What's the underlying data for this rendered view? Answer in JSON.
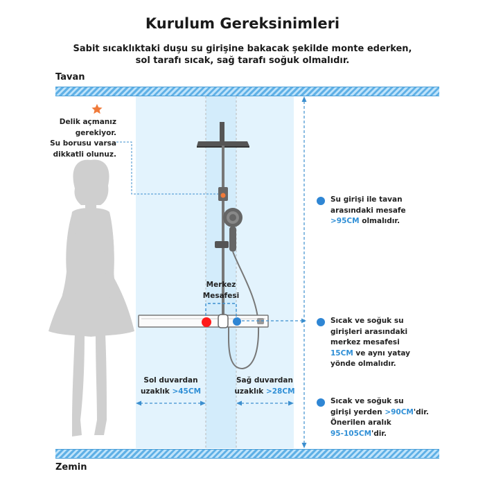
{
  "title": "Kurulum Gereksinimleri",
  "subtitle_line1": "Sabit sıcaklıktaki duşu su girişine bakacak şekilde monte ederken,",
  "subtitle_line2": "sol tarafı sıcak, sağ tarafı soğuk olmalıdır.",
  "ceiling_label": "Tavan",
  "floor_label": "Zemin",
  "hole_note": {
    "lines": [
      "Delik açmanız",
      "gerekiyor.",
      "Su borusu varsa",
      "dikkatli olunuz."
    ],
    "icon": "star-icon",
    "icon_color": "#f07a3a"
  },
  "center_distance": {
    "line1": "Merkez",
    "line2": "Mesafesi"
  },
  "left_wall": {
    "line1": "Sol duvardan",
    "prefix": "uzaklık ",
    "value": ">45CM"
  },
  "right_wall": {
    "line1": "Sağ duvardan",
    "prefix": "uzaklık ",
    "value": ">28CM"
  },
  "notes": [
    {
      "l1": "Su girişi ile tavan",
      "l2": "arasındaki mesafe",
      "value": ">95CM",
      "suffix": " olmalıdır."
    },
    {
      "l1": "Sıcak ve soğuk su",
      "l2": "girişleri arasındaki",
      "l3": "merkez mesafesi",
      "value": "15CM",
      "suffix": " ve aynı yatay",
      "l5": "yönde olmalıdır."
    },
    {
      "l1": "Sıcak ve soğuk su",
      "l2_prefix": "girişi yerden ",
      "l2_value": ">90CM",
      "l2_suffix": "'dir.",
      "l3": "Önerilen aralık",
      "value": "95-105CM",
      "suffix": "'dir."
    }
  ],
  "colors": {
    "accent_blue": "#2f8fd6",
    "hot_inlet": "#ff1a1a",
    "cold_inlet": "#2f86d4",
    "zone_fill": "#e3f3fd",
    "silhouette": "#cfcfcf"
  },
  "icons": [
    "star-icon",
    "hot-inlet-dot",
    "cold-inlet-dot",
    "info-dot-icon",
    "shower-head-icon",
    "hand-shower-icon"
  ]
}
